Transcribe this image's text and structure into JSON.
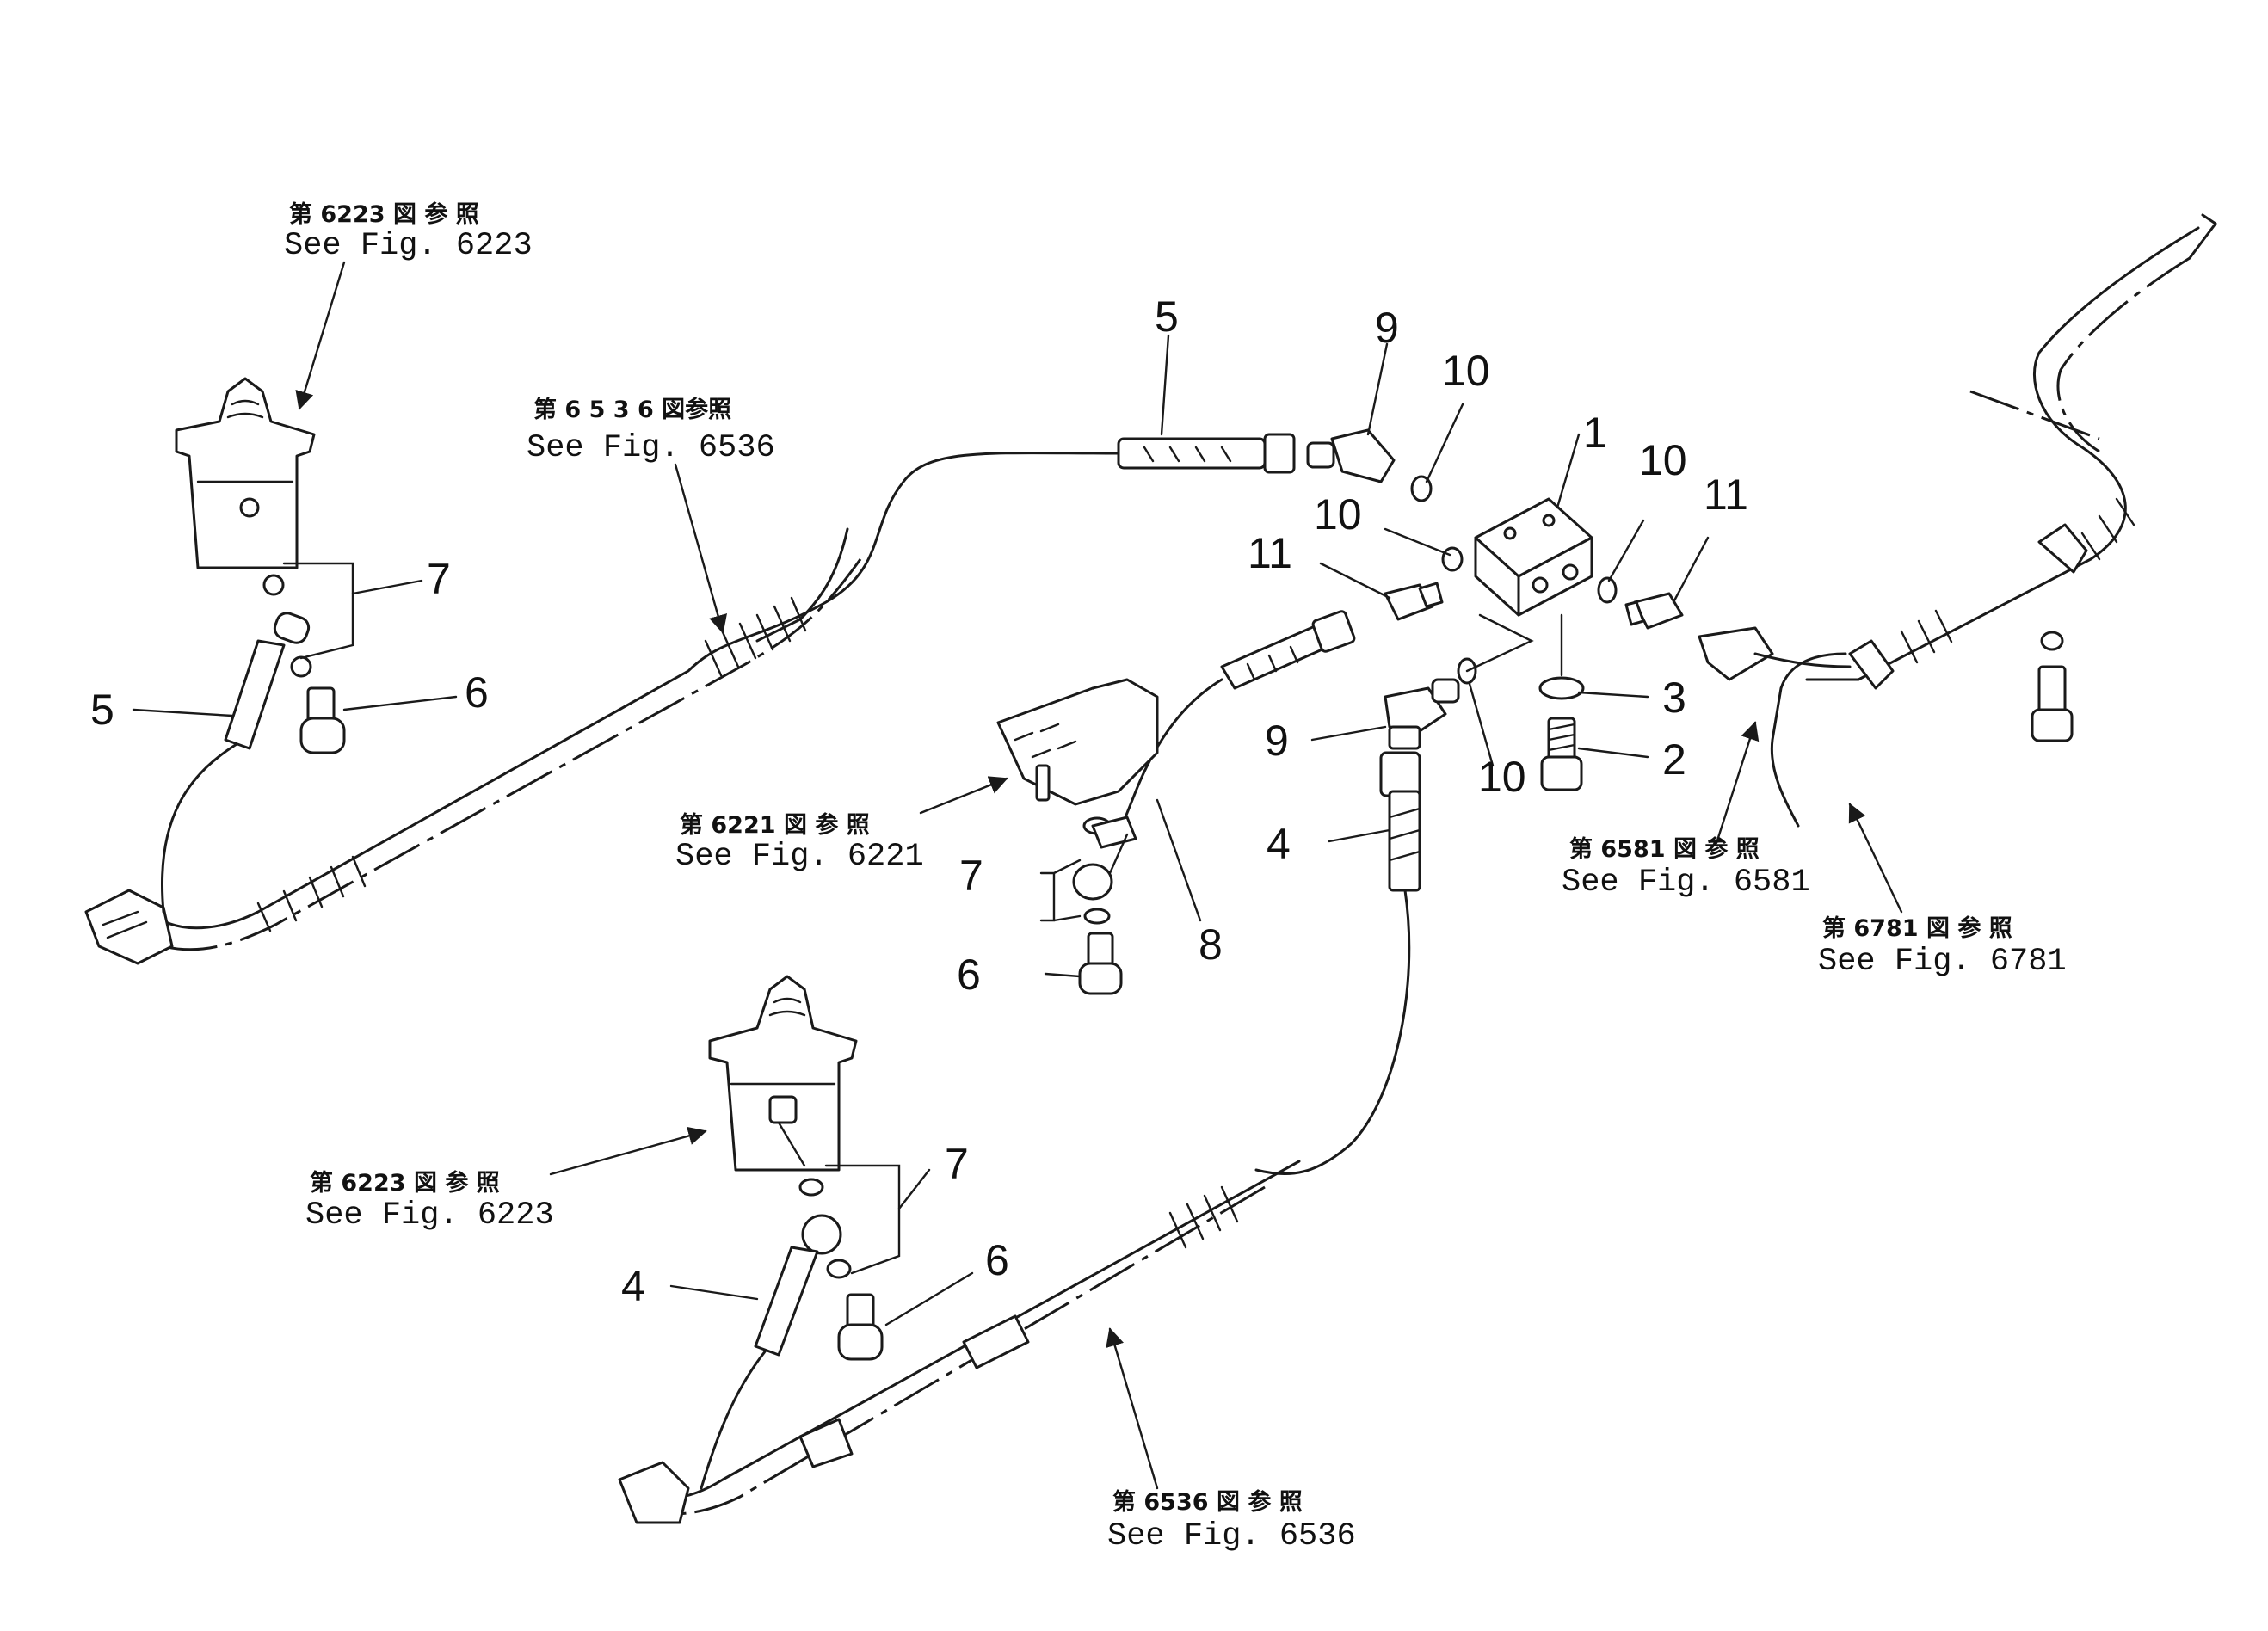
{
  "callouts": {
    "c1": "1",
    "c2": "2",
    "c3": "3",
    "c4a": "4",
    "c4b": "4",
    "c5a": "5",
    "c5b": "5",
    "c6a": "6",
    "c6b": "6",
    "c6c": "6",
    "c7a": "7",
    "c7b": "7",
    "c7c": "7",
    "c8": "8",
    "c9a": "9",
    "c9b": "9",
    "c10a": "10",
    "c10b": "10",
    "c10c": "10",
    "c10d": "10",
    "c11a": "11",
    "c11b": "11"
  },
  "refs": {
    "r6223a_jp": "第 6223 図 参 照",
    "r6223a_en": "See Fig. 6223",
    "r6536a_jp": "第 6 5 3 6 図参照",
    "r6536a_en": "See Fig. 6536",
    "r6221_jp": "第 6221 図 参 照",
    "r6221_en": "See Fig. 6221",
    "r6223b_jp": "第 6223 図 参 照",
    "r6223b_en": "See Fig. 6223",
    "r6581_jp": "第 6581 図 参 照",
    "r6581_en": "See Fig. 6581",
    "r6781_jp": "第 6781 図 参 照",
    "r6781_en": "See Fig. 6781",
    "r6536b_jp": "第 6536 図 参 照",
    "r6536b_en": "See Fig. 6536"
  }
}
